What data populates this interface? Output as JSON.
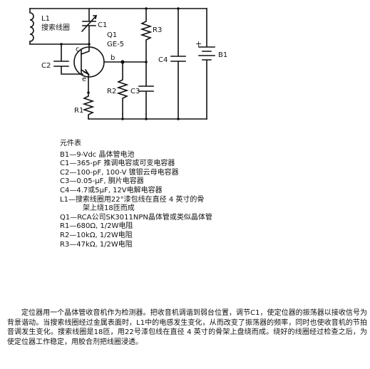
{
  "schematic": {
    "labels": {
      "l1": "L1",
      "l1_desc": "搜索线圈",
      "c1": "C1",
      "q1": "Q1",
      "q1_type": "GE-5",
      "r3": "R3",
      "c2": "C2",
      "c4": "C4",
      "b1": "B1",
      "b1_plus": "+",
      "c": "c",
      "b": "b",
      "e": "e",
      "r2": "R2",
      "c3": "C3",
      "r1": "R1"
    }
  },
  "parts_list": {
    "title": "元件表",
    "items": [
      "B1—9-Vdc 晶体管电池",
      "C1—365-pF 推调电容或可变电容器",
      "C2—100-pF, 100-V 镀银云母电容器",
      "C3—0.05-μF, 胴片电容器",
      "C4—4.7或5μF, 12V电解电容器",
      "L1—搜索线圈用22°漆包线在直径 4 英寸的骨",
      "架上绕18匝而成",
      "Q1—RCA公司SK3011NPN晶体管或类似晶体管",
      "R1—680Ω, 1/2W电阻",
      "R2—10kΩ, 1/2W电阻",
      "R3—47kΩ, 1/2W电阻"
    ]
  },
  "article": {
    "text": "定位器用一个晶体管收音机作为检测器。把收音机调谐到弱台位置，调节C1，使定位器的振荡器以接收信号为背景谐动。当搜索线圈经过金属表面时，L1中的电感发生变化，从而改变了振荡器的频率，同时也使收音机的节拍音调发生变化。搜索线圈是18匝，用22号漆包线在直径 4 英寸的骨架上盘绕而成。绕好的线圈经过检查之后，为使定位器工作稳定，用胶合剂把线圈浸透。"
  }
}
